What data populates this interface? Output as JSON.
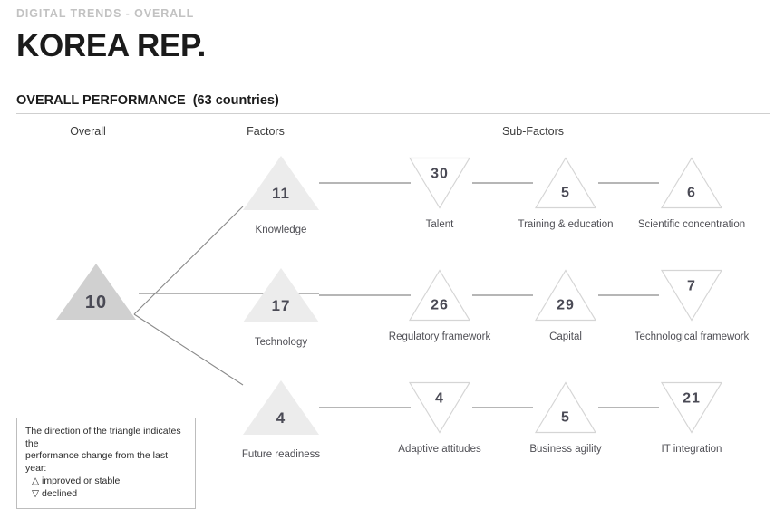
{
  "header": {
    "eyebrow": "DIGITAL TRENDS - OVERALL",
    "country": "KOREA REP.",
    "section_title": "OVERALL PERFORMANCE",
    "section_count": "(63 countries)"
  },
  "columns": {
    "overall": "Overall",
    "factors": "Factors",
    "subfactors": "Sub-Factors"
  },
  "legend": {
    "line1": "The direction of the triangle indicates the",
    "line2": "performance change from the last year:",
    "improved": "△  improved or stable",
    "declined": "▽ declined"
  },
  "colors": {
    "overall_fill": "#d0d0d0",
    "factor_fill": "#ececec",
    "sub_stroke": "#d5d5d5",
    "wire": "#8a8a8a",
    "rule": "#cfcfcf",
    "eyebrow": "#c2c2c2",
    "value_text": "#4a4a55"
  },
  "chart_data": {
    "type": "diagram",
    "title": "OVERALL PERFORMANCE (63 countries)",
    "subject": "KOREA REP.",
    "total_countries": 63,
    "rank_direction_legend": {
      "up": "improved or stable",
      "down": "declined"
    },
    "overall": {
      "label": "Overall",
      "rank": "10",
      "direction": "up"
    },
    "factors": [
      {
        "label": "Knowledge",
        "rank": "11",
        "direction": "up",
        "subfactors": [
          {
            "label": "Talent",
            "rank": "30",
            "direction": "down"
          },
          {
            "label": "Training & education",
            "rank": "5",
            "direction": "up"
          },
          {
            "label": "Scientific concentration",
            "rank": "6",
            "direction": "up"
          }
        ]
      },
      {
        "label": "Technology",
        "rank": "17",
        "direction": "up",
        "subfactors": [
          {
            "label": "Regulatory framework",
            "rank": "26",
            "direction": "up"
          },
          {
            "label": "Capital",
            "rank": "29",
            "direction": "up"
          },
          {
            "label": "Technological framework",
            "rank": "7",
            "direction": "down"
          }
        ]
      },
      {
        "label": "Future readiness",
        "rank": "4",
        "direction": "up",
        "subfactors": [
          {
            "label": "Adaptive attitudes",
            "rank": "4",
            "direction": "down"
          },
          {
            "label": "Business agility",
            "rank": "5",
            "direction": "up"
          },
          {
            "label": "IT integration",
            "rank": "21",
            "direction": "down"
          }
        ]
      }
    ]
  }
}
